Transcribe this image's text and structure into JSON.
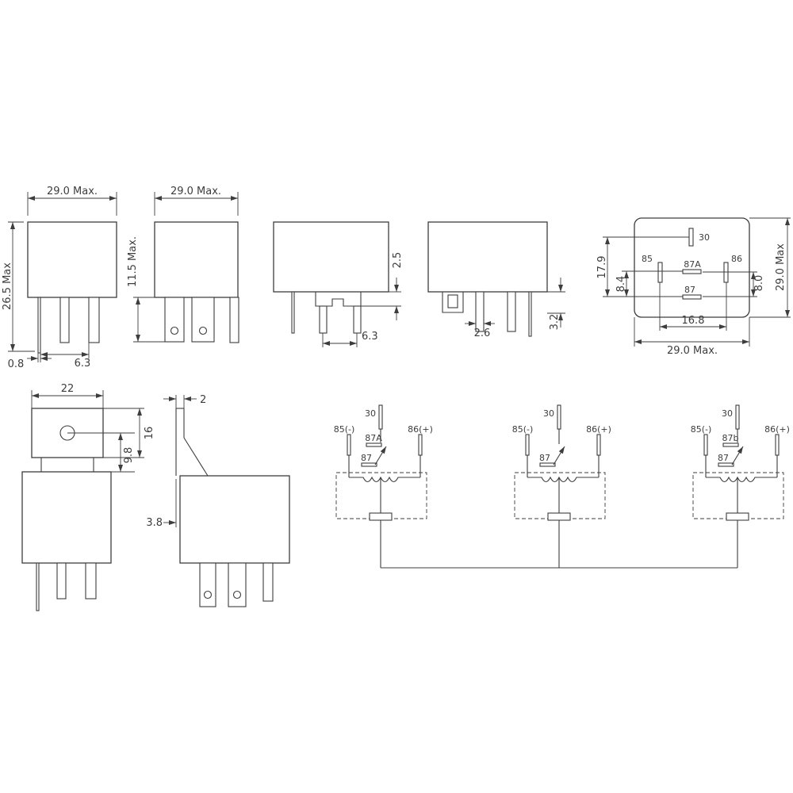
{
  "views": {
    "front": {
      "w": "29.0 Max.",
      "h": "26.5 Max",
      "pin_t": "0.8",
      "pin_s": "6.3"
    },
    "front2": {
      "w": "29.0 Max.",
      "pin_l": "11.5 Max."
    },
    "side": {
      "step": "2.5",
      "pin_s": "6.3"
    },
    "side2": {
      "pin_w": "2.6",
      "step": "3.2"
    },
    "bottom": {
      "p30": "30",
      "p85": "85",
      "p86": "86",
      "p87a": "87A",
      "p87": "87",
      "d1": "17.9",
      "d2": "8.4",
      "d3": "16.8",
      "d4": "8.0",
      "dv": "29.0 Max",
      "dh": "29.0 Max."
    },
    "bracket": {
      "w": "22",
      "tab_h": "16",
      "hole_off": "9.8"
    },
    "bracket_side": {
      "t": "2",
      "off": "3.8"
    }
  },
  "schematics": [
    {
      "p30": "30",
      "p85": "85(-)",
      "nc": "87A",
      "p86": "86(+)",
      "no": "87"
    },
    {
      "p30": "30",
      "p85": "85(-)",
      "p86": "86(+)",
      "no": "87"
    },
    {
      "p30": "30",
      "p85": "85(-)",
      "nc": "87b",
      "p86": "86(+)",
      "no": "87"
    }
  ]
}
